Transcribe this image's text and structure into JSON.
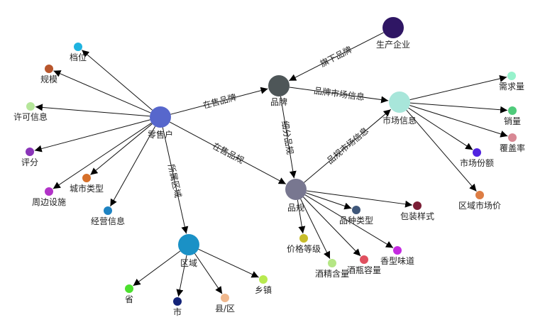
{
  "diagram": {
    "type": "knowledge-graph",
    "nodes": [
      {
        "id": "retailer",
        "label": "零售户",
        "color": "#5767cc",
        "size": "large"
      },
      {
        "id": "brand",
        "label": "品牌",
        "color": "#4e5658",
        "size": "large"
      },
      {
        "id": "manufacturer",
        "label": "生产企业",
        "color": "#2f1664",
        "size": "large"
      },
      {
        "id": "market",
        "label": "市场信息",
        "color": "#a8e6da",
        "size": "large"
      },
      {
        "id": "spec",
        "label": "品规",
        "color": "#787790",
        "size": "large"
      },
      {
        "id": "region",
        "label": "区域",
        "color": "#1a91c6",
        "size": "large"
      },
      {
        "id": "grade",
        "label": "档位",
        "color": "#1fb3e0",
        "size": "small"
      },
      {
        "id": "scale",
        "label": "规模",
        "color": "#b8562c",
        "size": "small"
      },
      {
        "id": "license",
        "label": "许可信息",
        "color": "#b5e69a",
        "size": "small"
      },
      {
        "id": "rating",
        "label": "评分",
        "color": "#8a35b9",
        "size": "small"
      },
      {
        "id": "surroundings",
        "label": "周边设施",
        "color": "#b233c8",
        "size": "small"
      },
      {
        "id": "city_type",
        "label": "城市类型",
        "color": "#d6702a",
        "size": "small"
      },
      {
        "id": "biz_info",
        "label": "经营信息",
        "color": "#1e83c2",
        "size": "small"
      },
      {
        "id": "demand",
        "label": "需求量",
        "color": "#97f2cc",
        "size": "small"
      },
      {
        "id": "sales",
        "label": "销量",
        "color": "#4fcb7b",
        "size": "small"
      },
      {
        "id": "coverage",
        "label": "覆盖率",
        "color": "#d88894",
        "size": "small"
      },
      {
        "id": "market_share",
        "label": "市场份额",
        "color": "#5023e0",
        "size": "small"
      },
      {
        "id": "regional_price",
        "label": "区域市场价",
        "color": "#dd7d44",
        "size": "small"
      },
      {
        "id": "variety",
        "label": "品种类型",
        "color": "#3f577a",
        "size": "small"
      },
      {
        "id": "packaging",
        "label": "包装样式",
        "color": "#7b1f36",
        "size": "small"
      },
      {
        "id": "price_level",
        "label": "价格等级",
        "color": "#c8bd2a",
        "size": "small"
      },
      {
        "id": "alcohol",
        "label": "酒精含量",
        "color": "#b5e685",
        "size": "small"
      },
      {
        "id": "bottle",
        "label": "酒瓶容量",
        "color": "#e0505f",
        "size": "small"
      },
      {
        "id": "aroma",
        "label": "香型味道",
        "color": "#c42ae0",
        "size": "small"
      },
      {
        "id": "province",
        "label": "省",
        "color": "#4ce02e",
        "size": "small"
      },
      {
        "id": "city",
        "label": "市",
        "color": "#132378",
        "size": "small"
      },
      {
        "id": "county",
        "label": "县/区",
        "color": "#f0b88e",
        "size": "small"
      },
      {
        "id": "town",
        "label": "乡镇",
        "color": "#b8ea50",
        "size": "small"
      }
    ],
    "edges": [
      {
        "from": "retailer",
        "to": "brand",
        "label": "在售品牌"
      },
      {
        "from": "retailer",
        "to": "spec",
        "label": "在售品规"
      },
      {
        "from": "retailer",
        "to": "region",
        "label": "所属区域"
      },
      {
        "from": "manufacturer",
        "to": "brand",
        "label": "旗下品牌"
      },
      {
        "from": "brand",
        "to": "market",
        "label": "品牌市场信息"
      },
      {
        "from": "brand",
        "to": "spec",
        "label": "细分品规"
      },
      {
        "from": "spec",
        "to": "market",
        "label": "品规市场信息"
      },
      {
        "from": "retailer",
        "to": "grade",
        "label": ""
      },
      {
        "from": "retailer",
        "to": "scale",
        "label": ""
      },
      {
        "from": "retailer",
        "to": "license",
        "label": ""
      },
      {
        "from": "retailer",
        "to": "rating",
        "label": ""
      },
      {
        "from": "retailer",
        "to": "surroundings",
        "label": ""
      },
      {
        "from": "retailer",
        "to": "city_type",
        "label": ""
      },
      {
        "from": "retailer",
        "to": "biz_info",
        "label": ""
      },
      {
        "from": "market",
        "to": "demand",
        "label": ""
      },
      {
        "from": "market",
        "to": "sales",
        "label": ""
      },
      {
        "from": "market",
        "to": "coverage",
        "label": ""
      },
      {
        "from": "market",
        "to": "market_share",
        "label": ""
      },
      {
        "from": "market",
        "to": "regional_price",
        "label": ""
      },
      {
        "from": "spec",
        "to": "variety",
        "label": ""
      },
      {
        "from": "spec",
        "to": "packaging",
        "label": ""
      },
      {
        "from": "spec",
        "to": "price_level",
        "label": ""
      },
      {
        "from": "spec",
        "to": "alcohol",
        "label": ""
      },
      {
        "from": "spec",
        "to": "bottle",
        "label": ""
      },
      {
        "from": "spec",
        "to": "aroma",
        "label": ""
      },
      {
        "from": "region",
        "to": "province",
        "label": ""
      },
      {
        "from": "region",
        "to": "city",
        "label": ""
      },
      {
        "from": "region",
        "to": "county",
        "label": ""
      },
      {
        "from": "region",
        "to": "town",
        "label": ""
      }
    ]
  }
}
